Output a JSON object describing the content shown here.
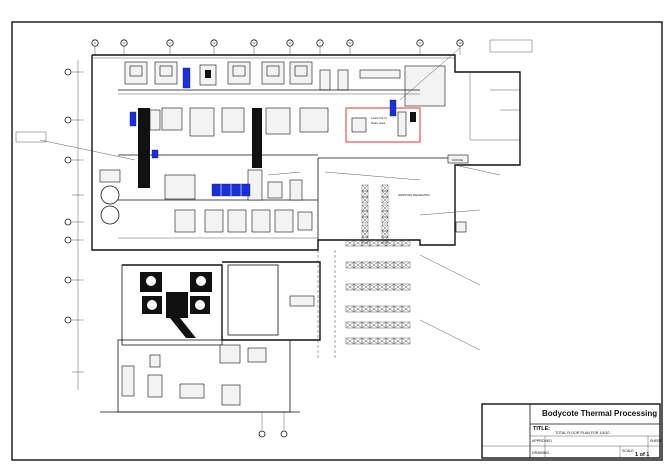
{
  "title_block": {
    "company": "Bodycote Thermal Processing",
    "title_label": "TITLE:",
    "title_line": "TOTAL FLOOR PLAN FOR 1/4/10",
    "sheet_label": "SHEET",
    "sheet_value": "1 of 1",
    "approved_label": "APPROVED",
    "drawing_label": "DRAWING",
    "scale_label": "SCALE"
  },
  "labels": {
    "office": "OFFICE",
    "shipping": "SHIPPING RECEIVING",
    "red_box_line1": "Load Out of",
    "red_box_line2": "Store Area"
  },
  "grid_columns": [
    "1",
    "2",
    "3",
    "4",
    "5",
    "6",
    "7",
    "8",
    "9",
    "10"
  ],
  "colors": {
    "equipment_blue": "#1a2fd6",
    "highlight_red": "#d62020",
    "line": "#111111"
  }
}
